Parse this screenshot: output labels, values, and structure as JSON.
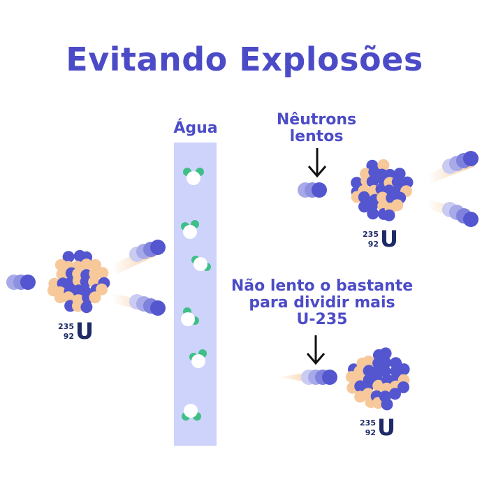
{
  "title": "Evitando Explosões",
  "labels": {
    "water": "Água",
    "slow_neutrons_line1": "Nêutrons",
    "slow_neutrons_line2": "lentos",
    "not_slow_line1": "Não lento o bastante",
    "not_slow_line2": "para dividir mais",
    "not_slow_line3": "U-235"
  },
  "isotope": {
    "symbol": "U",
    "mass": "235",
    "atomic_number": "92"
  },
  "colors": {
    "title": "#4c4bc7",
    "water": "#cdd3fb",
    "neutron": "#5356cf",
    "proton": "#f7c89a",
    "oxygen": "#ffffff",
    "hydrogen": "#3fbf88",
    "isotope_text": "#1e2a66"
  }
}
